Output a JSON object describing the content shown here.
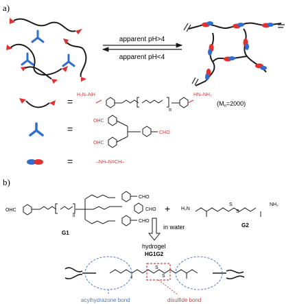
{
  "panel_a": {
    "label": "a)",
    "arrow_top": "apparent pH>4",
    "arrow_bottom": "apparent pH<4",
    "polymer_mw": "(M",
    "polymer_mw_sub": "n",
    "polymer_mw_rest": "=2000)",
    "repeat_n": "n",
    "hydrazide_left": "H₂N–NH",
    "hydrazide_right": "HN–NH₂",
    "equals": "=",
    "cho": "CHO",
    "ohc": "OHC",
    "bond_formula": "–NH–N=CH–"
  },
  "panel_b": {
    "label": "b)",
    "g1": "G1",
    "g2": "G2",
    "plus": "+",
    "step": "in water",
    "product": "hydrogel",
    "product_code": "HG1G2",
    "ohc": "OHC",
    "cho": "CHO",
    "repeat_n": "n",
    "s": "S",
    "g2_left": "H₂N",
    "g2_right": "NH₂",
    "acyl_label": "acylhydrazone bond",
    "disulfide_label": "disulfide bond"
  },
  "colors": {
    "red": "#e03030",
    "blue": "#2f6fd0",
    "black": "#1a1a1a",
    "accent_text": "#4a78c8",
    "red_text": "#d84040"
  }
}
